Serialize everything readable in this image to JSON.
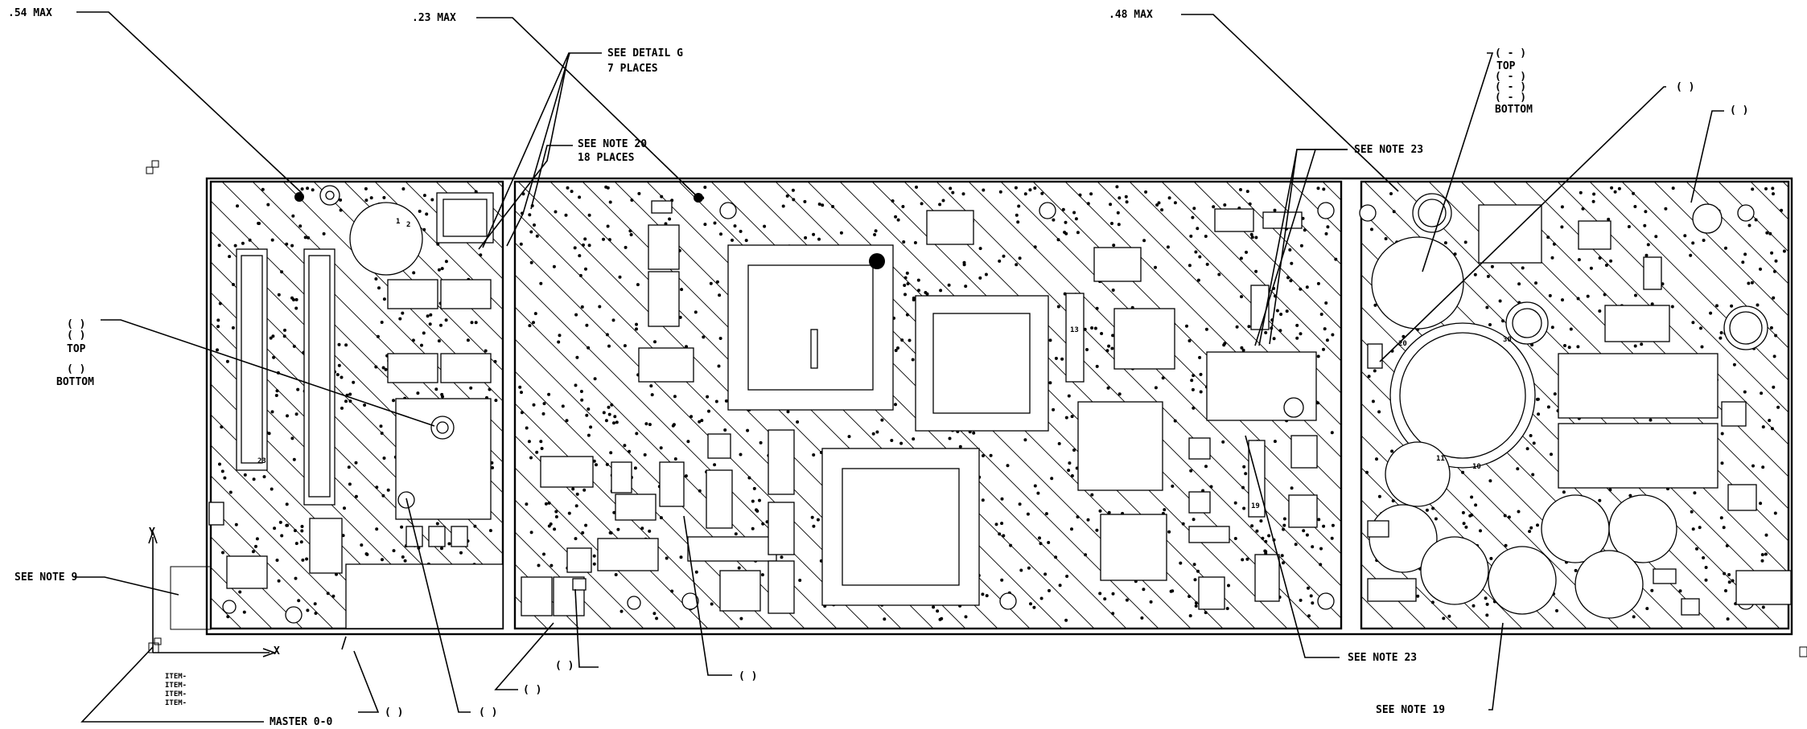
{
  "callouts": {
    "max_left": ".54 MAX",
    "max_middle": ".23 MAX",
    "max_right": ".48 MAX",
    "see_detail_g": "SEE DETAIL G",
    "seven_places": "7 PLACES",
    "see_note_20": "SEE NOTE 20",
    "eighteen_places": "18 PLACES",
    "see_note_23_top": "SEE NOTE 23",
    "see_note_23_bottom": "SEE NOTE 23",
    "see_note_19": "SEE NOTE 19",
    "see_note_9": "SEE NOTE 9",
    "master": "MASTER 0-0"
  },
  "side_labels": {
    "left_paren_1": "( )",
    "left_paren_2": "( )",
    "left_top": "TOP",
    "left_paren_3": "( )",
    "left_bottom": "BOTTOM",
    "right_paren_1": "( - )",
    "right_top": "TOP",
    "right_paren_2": "( - )",
    "right_paren_3": "( - )",
    "right_paren_4": "( - )",
    "right_bottom": "BOTTOM",
    "right_paren_5": "( )",
    "right_paren_6": "( )"
  },
  "bottom_labels": {
    "paren_a": "( )",
    "paren_b": "( )",
    "paren_c": "( )",
    "paren_d": "( )",
    "paren_e": "( )",
    "paren_f": "( )"
  },
  "axes": {
    "y": "Y",
    "x": "X"
  },
  "item_labels": [
    "ITEM-",
    "ITEM-",
    "ITEM-",
    "ITEM-"
  ],
  "board_marks": {
    "pin_1": "1",
    "pin_2": "2",
    "pin_10": "10",
    "pin_11": "11",
    "pin_13": "13",
    "pin_19": "19",
    "pin_20": "20",
    "pin_23": "23",
    "pin_30": "30"
  }
}
